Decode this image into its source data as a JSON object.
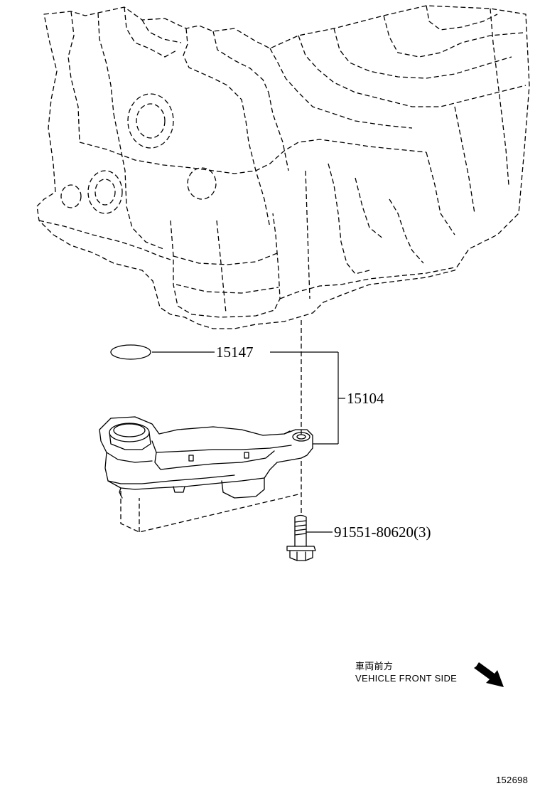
{
  "parts": {
    "oring_number": "15147",
    "strainer_number": "15104",
    "bolt_number": "91551-80620(3)"
  },
  "direction": {
    "japanese": "車両前方",
    "english": "VEHICLE FRONT SIDE"
  },
  "illustration_id": "152698"
}
